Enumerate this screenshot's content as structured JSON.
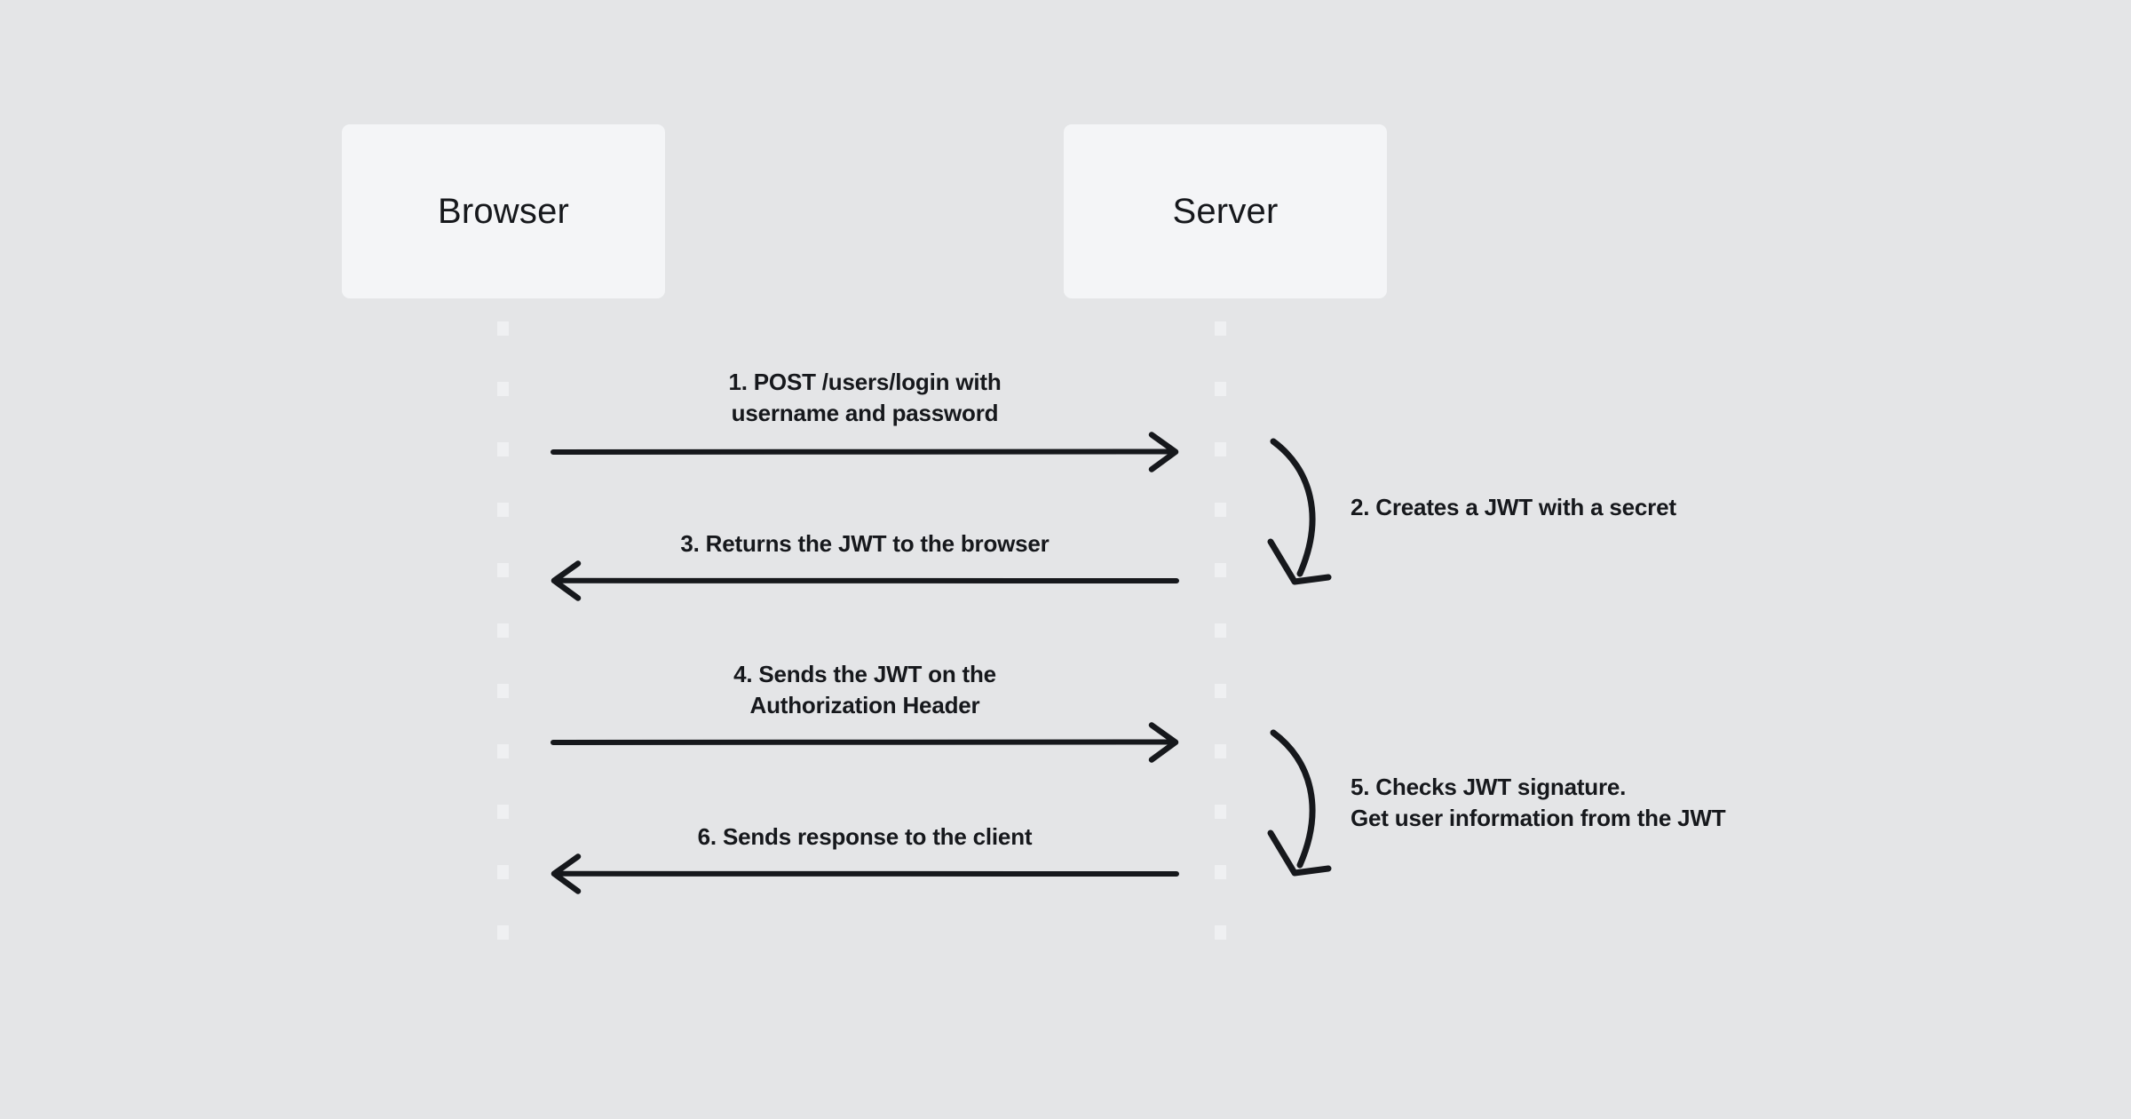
{
  "diagram": {
    "title": "JWT authentication sequence diagram",
    "background_color": "#e4e5e7",
    "box_fill_color": "#f4f5f7",
    "lifeline_dash_color": "#eff0f2",
    "line_color": "#16181c"
  },
  "participants": [
    {
      "id": "browser",
      "label": "Browser"
    },
    {
      "id": "server",
      "label": "Server"
    }
  ],
  "messages": [
    {
      "number": "1",
      "label": "1. POST /users/login with\nusername and password",
      "from": "browser",
      "to": "server",
      "direction": "right",
      "kind": "message"
    },
    {
      "number": "2",
      "label": "2. Creates a JWT with a secret",
      "from": "server",
      "to": "server",
      "direction": "self",
      "kind": "self"
    },
    {
      "number": "3",
      "label": "3. Returns the JWT to the browser",
      "from": "server",
      "to": "browser",
      "direction": "left",
      "kind": "message"
    },
    {
      "number": "4",
      "label": "4. Sends the JWT on the\nAuthorization Header",
      "from": "browser",
      "to": "server",
      "direction": "right",
      "kind": "message"
    },
    {
      "number": "5",
      "label": "5. Checks JWT signature.\nGet user information from the JWT",
      "from": "server",
      "to": "server",
      "direction": "self",
      "kind": "self"
    },
    {
      "number": "6",
      "label": "6. Sends response to the client",
      "from": "server",
      "to": "browser",
      "direction": "left",
      "kind": "message"
    }
  ]
}
